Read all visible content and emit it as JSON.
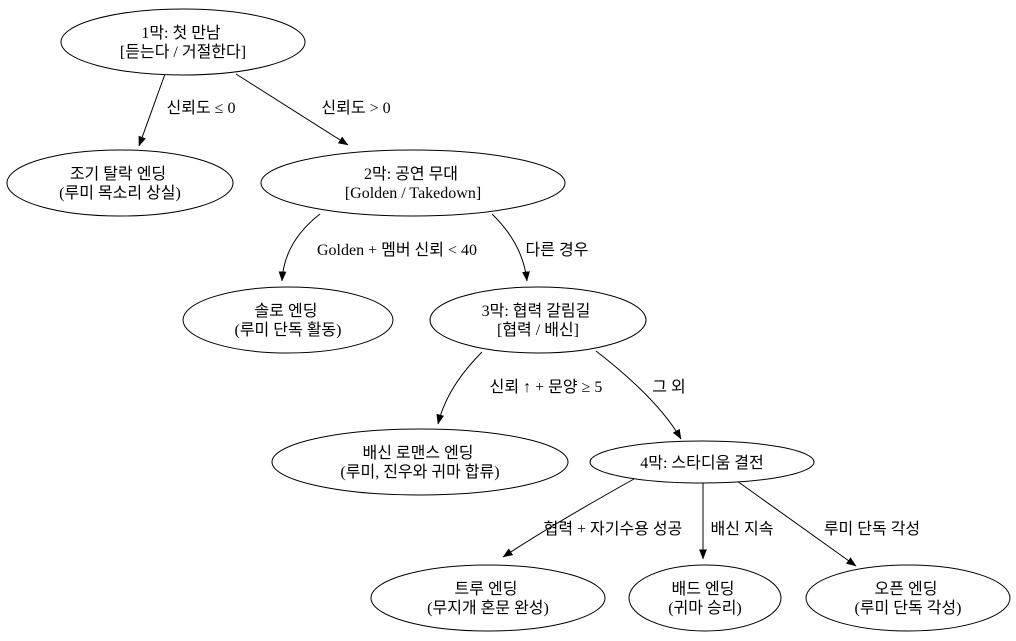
{
  "diagram": {
    "title": "story-branch-flowchart",
    "background_color": "#ffffff",
    "node_fill_color": "#ffffff",
    "node_stroke_color": "#000000",
    "text_color": "#000000",
    "nodes": {
      "act1": {
        "line1": "1막: 첫 만남",
        "line2": "[듣는다 / 거절한다]"
      },
      "early_exit_ending": {
        "line1": "조기 탈락 엔딩",
        "line2": "(루미 목소리 상실)"
      },
      "act2": {
        "line1": "2막: 공연 무대",
        "line2": "[Golden / Takedown]"
      },
      "solo_ending": {
        "line1": "솔로 엔딩",
        "line2": "(루미 단독 활동)"
      },
      "act3": {
        "line1": "3막: 협력 갈림길",
        "line2": "[협력 / 배신]"
      },
      "betrayal_romance_ending": {
        "line1": "배신 로맨스 엔딩",
        "line2": "(루미, 진우와 귀마 합류)"
      },
      "act4": {
        "line1": "4막: 스타디움 결전"
      },
      "true_ending": {
        "line1": "트루 엔딩",
        "line2": "(무지개 혼문 완성)"
      },
      "bad_ending": {
        "line1": "배드 엔딩",
        "line2": "(귀마 승리)"
      },
      "open_ending": {
        "line1": "오픈 엔딩",
        "line2": "(루미 단독 각성)"
      }
    },
    "edges": {
      "act1_to_early_exit": "신뢰도 ≤ 0",
      "act1_to_act2": "신뢰도 > 0",
      "act2_to_solo": "Golden + 멤버 신뢰 < 40",
      "act2_to_act3": "다른 경우",
      "act3_to_betrayal_romance": "신뢰 ↑ + 문양 ≥ 5",
      "act3_to_act4": "그 외",
      "act4_to_true": "협력 + 자기수용 성공",
      "act4_to_bad": "배신 지속",
      "act4_to_open": "루미 단독 각성"
    }
  }
}
